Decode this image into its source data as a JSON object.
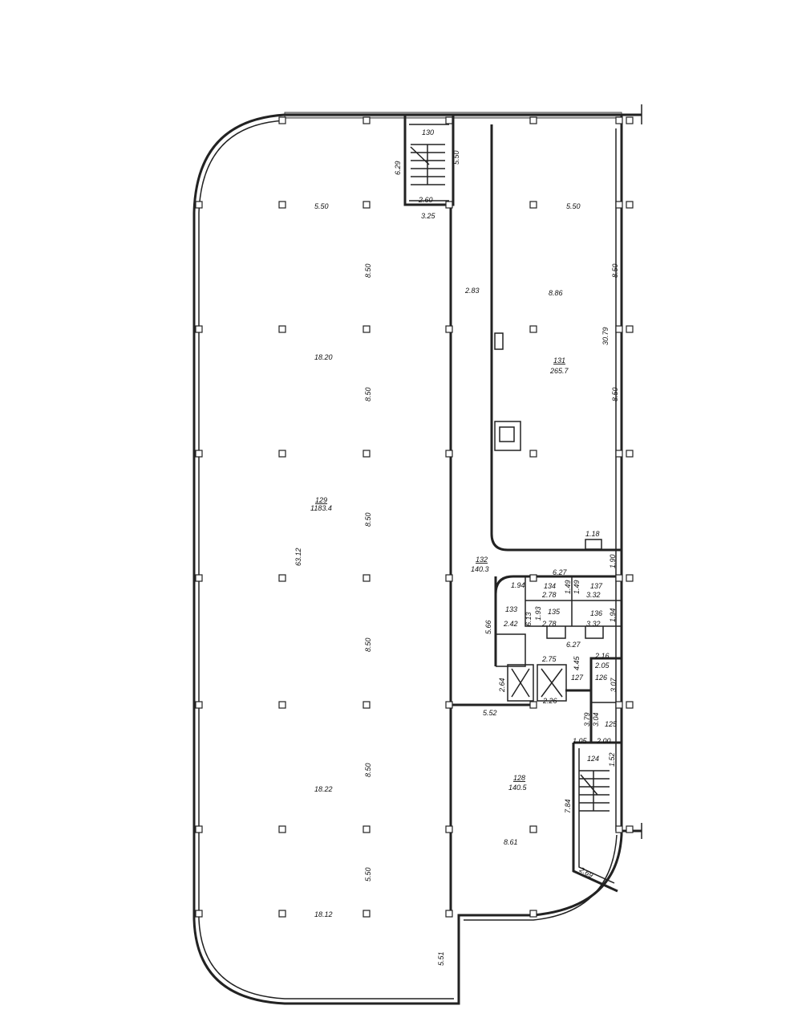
{
  "rooms": [
    {
      "number": "129",
      "area": "1183.4"
    },
    {
      "number": "130"
    },
    {
      "number": "131",
      "area": "265.7"
    },
    {
      "number": "132",
      "area": "140.3"
    },
    {
      "number": "133"
    },
    {
      "number": "134"
    },
    {
      "number": "135"
    },
    {
      "number": "136"
    },
    {
      "number": "137"
    },
    {
      "number": "127"
    },
    {
      "number": "126"
    },
    {
      "number": "125"
    },
    {
      "number": "124"
    },
    {
      "number": "128",
      "area": "140.5"
    }
  ],
  "dimensions": {
    "d_6_29": "6.29",
    "d_5_50_stair": "5.50",
    "d_2_60": "2.60",
    "d_3_25": "3.25",
    "d_5_50_top_left": "5.50",
    "d_5_50_top_right": "5.50",
    "d_8_50_a": "8.50",
    "d_8_50_b": "8.50",
    "d_8_50_c": "8.50",
    "d_8_50_d": "8.50",
    "d_8_50_e": "8.50",
    "d_5_50_bottom": "5.50",
    "d_8_50_r1": "8.50",
    "d_8_50_r2": "8.50",
    "d_2_83": "2.83",
    "d_8_86": "8.86",
    "d_30_79": "30.79",
    "d_18_20": "18.20",
    "d_63_12": "63.12",
    "d_18_22": "18.22",
    "d_18_12": "18.12",
    "d_5_51": "5.51",
    "d_1_18": "1.18",
    "d_1_90": "1.90",
    "d_6_27_top": "6.27",
    "d_1_94": "1.94",
    "d_2_78_a": "2.78",
    "d_1_49_a": "1.49",
    "d_1_49_b": "1.49",
    "d_3_32_a": "3.32",
    "d_1_93": "1.93",
    "d_6_13": "6.13",
    "d_2_42": "2.42",
    "d_2_78_b": "2.78",
    "d_3_32_b": "3.32",
    "d_1_94_b": "1.94",
    "d_5_66": "5.66",
    "d_6_27_bottom": "6.27",
    "d_2_75": "2.75",
    "d_4_45": "4.45",
    "d_2_16": "2.16",
    "d_2_05": "2.05",
    "d_3_07": "3.07",
    "d_2_64": "2.64",
    "d_2_26": "2.26",
    "d_5_52": "5.52",
    "d_3_79": "3.79",
    "d_3_04": "3.04",
    "d_1_05": "1.05",
    "d_2_00": "2.00",
    "d_1_52": "1.52",
    "d_7_84": "7.84",
    "d_8_61": "8.61",
    "d_2_69": "2.69"
  }
}
